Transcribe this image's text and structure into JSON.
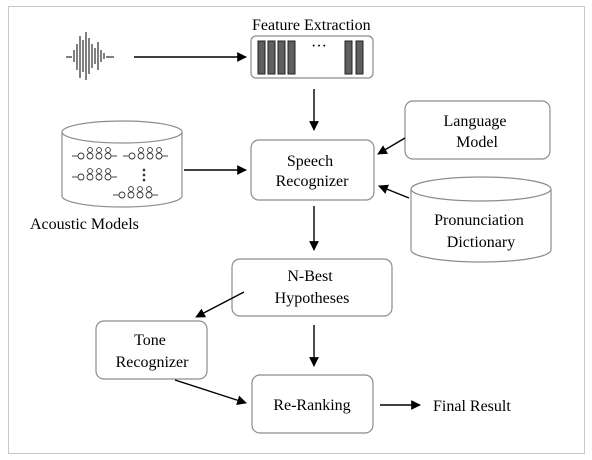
{
  "diagram": {
    "feature_extraction": "Feature Extraction",
    "feature_ellipsis": "···",
    "speech_recognizer": [
      "Speech",
      "Recognizer"
    ],
    "language_model": [
      "Language",
      "Model"
    ],
    "pronunciation_dictionary": [
      "Pronunciation",
      "Dictionary"
    ],
    "acoustic_models": "Acoustic Models",
    "nbest": [
      "N-Best",
      "Hypotheses"
    ],
    "tone_recognizer": [
      "Tone",
      "Recognizer"
    ],
    "reranking": "Re-Ranking",
    "final_result": "Final Result"
  },
  "colors": {
    "line": "#000000",
    "box_border": "#8c8c8c",
    "feature_bar": "#5f5f5f",
    "waveform": "#555555"
  }
}
